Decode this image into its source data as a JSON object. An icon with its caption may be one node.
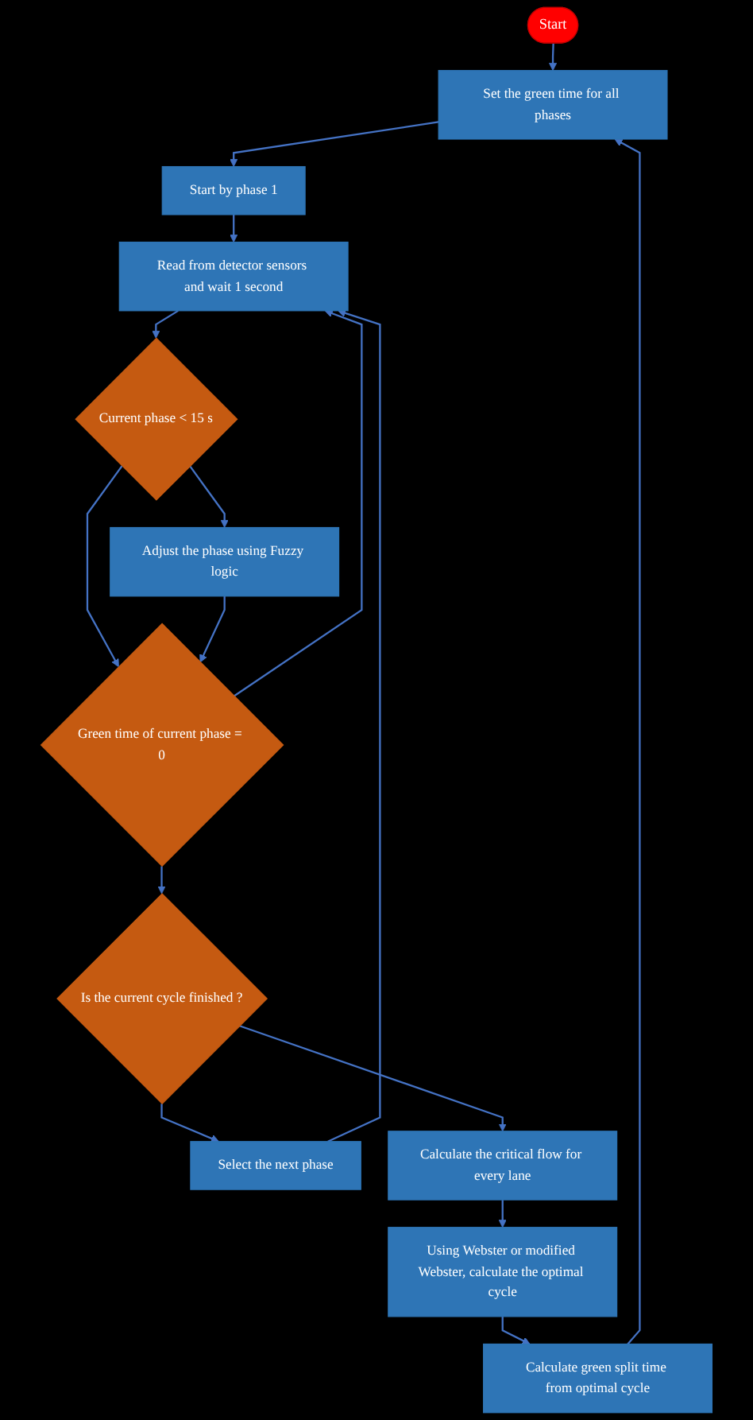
{
  "diagram": {
    "nodes": [
      {
        "text": [
          "Start"
        ]
      },
      {
        "text": [
          "Set the green time for all phases"
        ]
      },
      {
        "text": [
          "Start by phase 1"
        ]
      },
      {
        "text": [
          "Read from detector sensors and wait 1 second"
        ]
      },
      {
        "text": [
          "Current phase < 15 s"
        ]
      },
      {
        "text": [
          "Adjust the phase using Fuzzy logic"
        ]
      },
      {
        "text": [
          "Green time of current phase = 0"
        ]
      },
      {
        "text": [
          "Is the current cycle finished ?"
        ]
      },
      {
        "text": [
          "Select the next phase"
        ]
      },
      {
        "text": [
          "Calculate the critical flow for every lane"
        ]
      },
      {
        "text": [
          "Using Webster or modified Webster, calculate the optimal cycle"
        ]
      },
      {
        "text": [
          "Calculate green split time from optimal cycle"
        ]
      }
    ],
    "edges": [
      {
        "from": 0,
        "to": 1,
        "arrow": "to"
      },
      {
        "from": 11,
        "to": 1,
        "arrow": "to"
      },
      {
        "from": 1,
        "to": 2,
        "arrow": "to"
      },
      {
        "from": 2,
        "to": 3,
        "arrow": "to"
      },
      {
        "from": 3,
        "to": 4,
        "arrow": "to"
      },
      {
        "from": 4,
        "to": 5,
        "arrow": "to"
      },
      {
        "from": 4,
        "to": 6,
        "arrow": "to"
      },
      {
        "from": 5,
        "to": 6,
        "arrow": "to"
      },
      {
        "from": 6,
        "to": 3,
        "arrow": "to"
      },
      {
        "from": 6,
        "to": 7,
        "arrow": "to"
      },
      {
        "from": 7,
        "to": 8,
        "arrow": "to"
      },
      {
        "from": 8,
        "to": 3,
        "arrow": "to"
      },
      {
        "from": 7,
        "to": 9,
        "arrow": "to"
      },
      {
        "from": 9,
        "to": 10,
        "arrow": "to"
      },
      {
        "from": 10,
        "to": 11,
        "arrow": "to"
      }
    ]
  }
}
